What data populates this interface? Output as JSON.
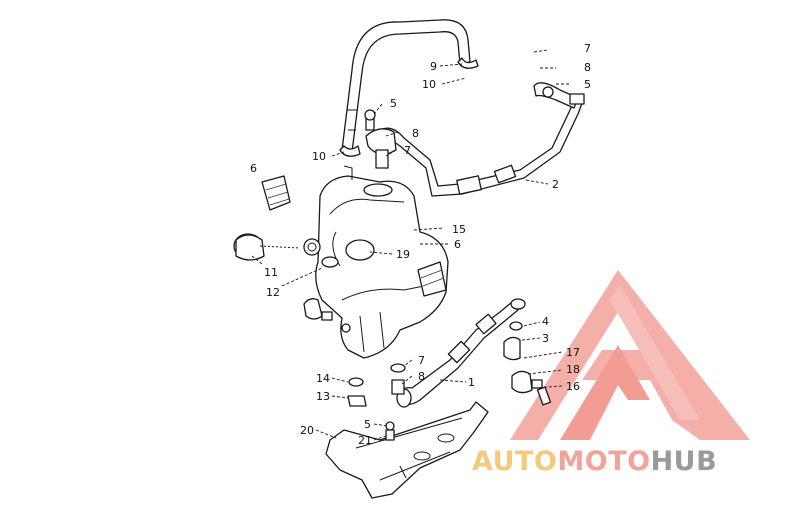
{
  "diagram": {
    "callouts": [
      {
        "text": "1"
      },
      {
        "text": "2"
      },
      {
        "text": "3"
      },
      {
        "text": "4"
      },
      {
        "text": "5"
      },
      {
        "text": "5"
      },
      {
        "text": "5"
      },
      {
        "text": "6"
      },
      {
        "text": "6"
      },
      {
        "text": "7"
      },
      {
        "text": "7"
      },
      {
        "text": "7"
      },
      {
        "text": "8"
      },
      {
        "text": "8"
      },
      {
        "text": "8"
      },
      {
        "text": "9"
      },
      {
        "text": "10"
      },
      {
        "text": "10"
      },
      {
        "text": "11"
      },
      {
        "text": "12"
      },
      {
        "text": "13"
      },
      {
        "text": "14"
      },
      {
        "text": "15"
      },
      {
        "text": "16"
      },
      {
        "text": "17"
      },
      {
        "text": "18"
      },
      {
        "text": "19"
      },
      {
        "text": "20"
      },
      {
        "text": "21"
      }
    ]
  },
  "watermark": {
    "auto": "AUTO",
    "moto": "MOTO",
    "hub": "HUB",
    "colors": {
      "auto": "#f5c97a",
      "moto": "#f2a49a",
      "hub": "#9a9a9a",
      "logo": "#f28b82"
    }
  }
}
